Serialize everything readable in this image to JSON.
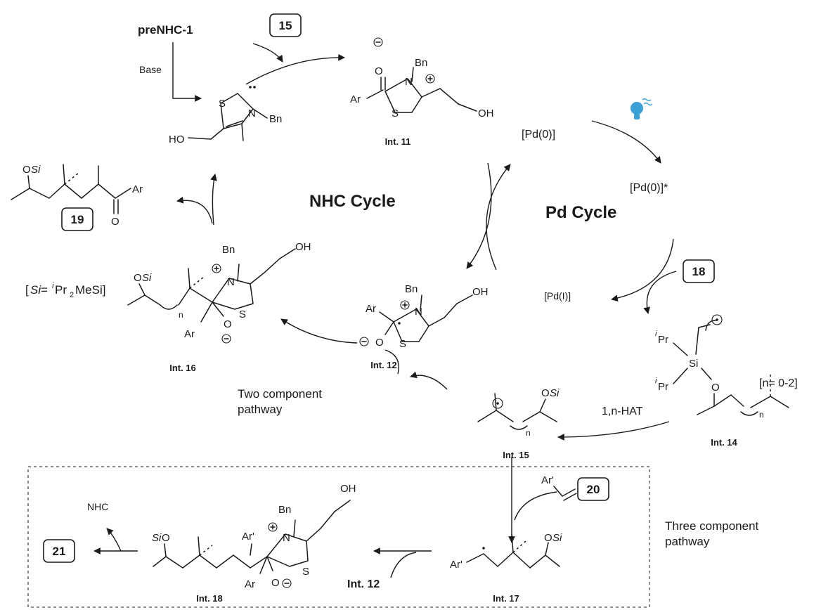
{
  "cycles": {
    "nhc": "NHC Cycle",
    "pd": "Pd Cycle"
  },
  "boxes": {
    "b15": "15",
    "b18": "18",
    "b19": "19",
    "b20": "20",
    "b21": "21"
  },
  "species": {
    "prenhc": "preNHC-1",
    "base": "Base",
    "pd0": "[Pd(0)]",
    "pd0star": "[Pd(0)]*",
    "pdI": "[Pd(I)]",
    "nhc": "NHC",
    "int12_reagent": "Int. 12"
  },
  "int_labels": {
    "int11": "Int. 11",
    "int12": "Int. 12",
    "int14": "Int. 14",
    "int15": "Int. 15",
    "int16": "Int. 16",
    "int17": "Int. 17",
    "int18": "Int. 18"
  },
  "atoms": {
    "Bn": "Bn",
    "N": "N",
    "S": "S",
    "O": "O",
    "OH": "OH",
    "HO": "HO",
    "Ar": "Ar",
    "Ar_prime": "Ar'",
    "Si": "Si",
    "n": "n",
    "Pr": "Pr",
    "i": "i",
    "OSi_O": "O",
    "OSi_Si": "Si",
    "SiO_Si": "Si",
    "SiO_O": "O"
  },
  "texts": {
    "hat": "1,n-HAT",
    "nrange": "[n= 0-2]",
    "two_comp_1": "Two component",
    "two_comp_2": "pathway",
    "three_comp_1": "Three component",
    "three_comp_2": "pathway",
    "si_def_pre": "[",
    "si_def_si": "Si",
    "si_def_eq": "= ",
    "si_def_i": "i",
    "si_def_pr": "Pr",
    "si_def_2": "2",
    "si_def_mesi": "MeSi]"
  },
  "colors": {
    "bulb": "#3aa0d6",
    "line": "#1a1a1a"
  }
}
